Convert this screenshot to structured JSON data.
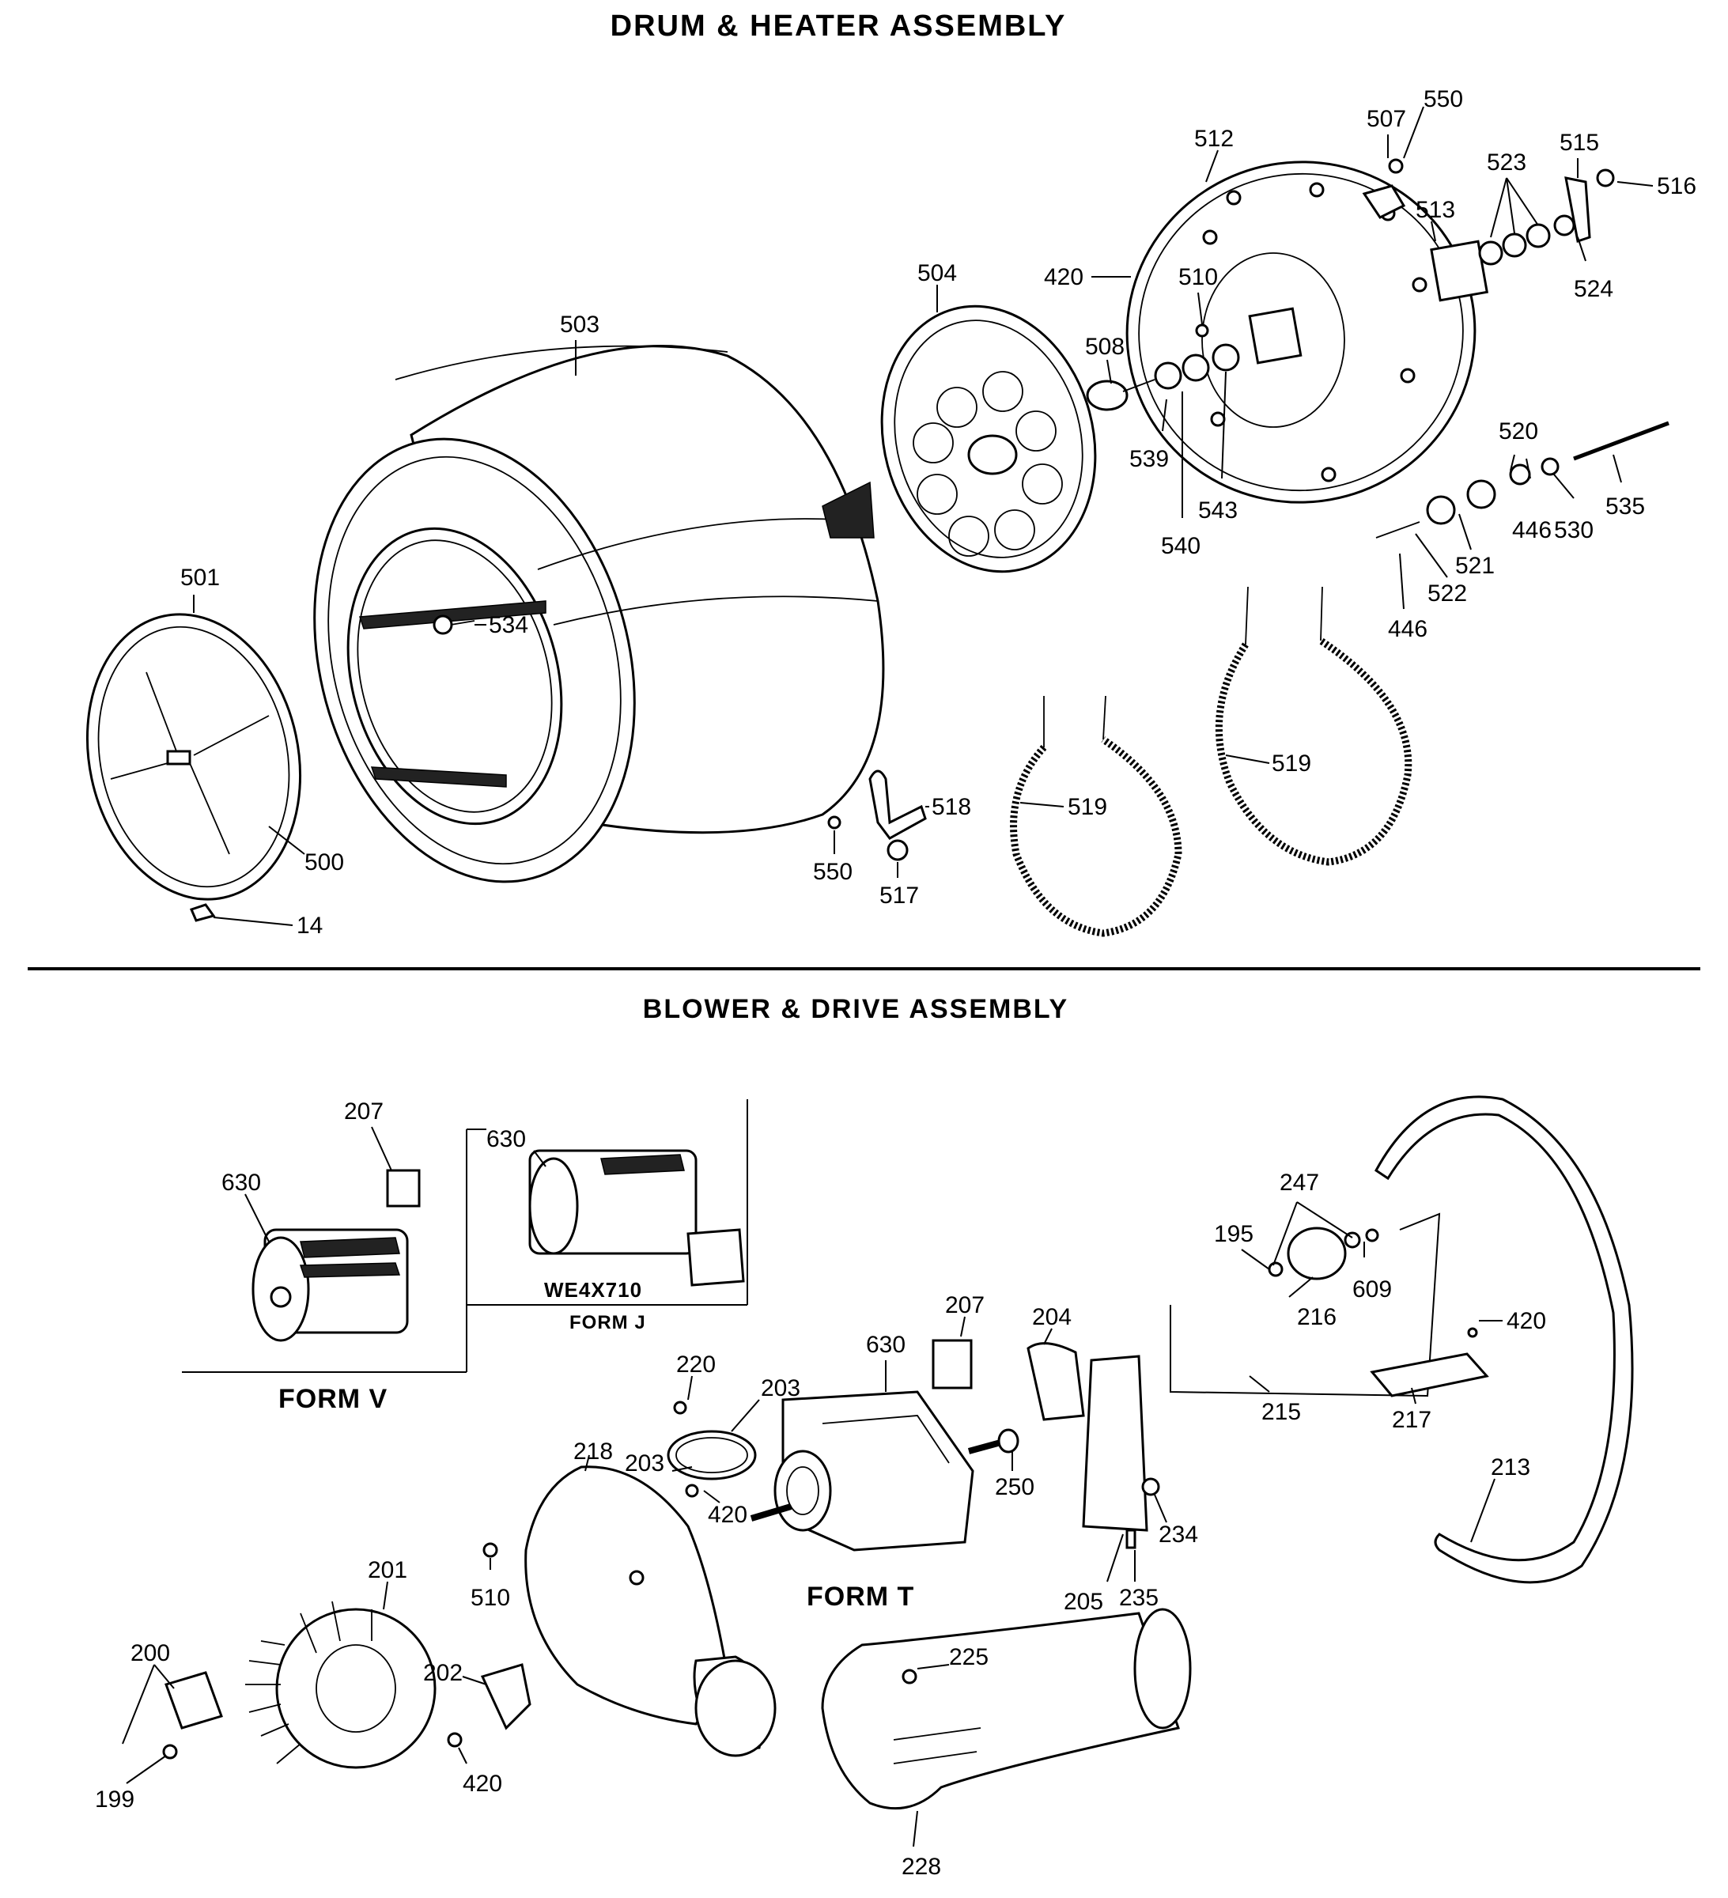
{
  "titles": {
    "drum": "DRUM & HEATER ASSEMBLY",
    "blower": "BLOWER & DRIVE ASSEMBLY"
  },
  "form_labels": {
    "form_v": "FORM V",
    "form_j": "FORM J",
    "form_t": "FORM T",
    "we4x710": "WE4X710"
  },
  "drum_parts": [
    "503",
    "504",
    "512",
    "507",
    "550",
    "523",
    "515",
    "516",
    "513",
    "524",
    "420",
    "510",
    "508",
    "539",
    "540",
    "543",
    "520",
    "446",
    "530",
    "535",
    "521",
    "522",
    "446",
    "534",
    "501",
    "500",
    "14",
    "519",
    "519",
    "518",
    "550",
    "517"
  ],
  "blower_parts": [
    "207",
    "630",
    "630",
    "247",
    "195",
    "609",
    "216",
    "420",
    "215",
    "217",
    "213",
    "207",
    "204",
    "630",
    "220",
    "203",
    "203",
    "420",
    "250",
    "234",
    "205",
    "235",
    "218",
    "510",
    "201",
    "200",
    "199",
    "202",
    "420",
    "225",
    "228"
  ]
}
